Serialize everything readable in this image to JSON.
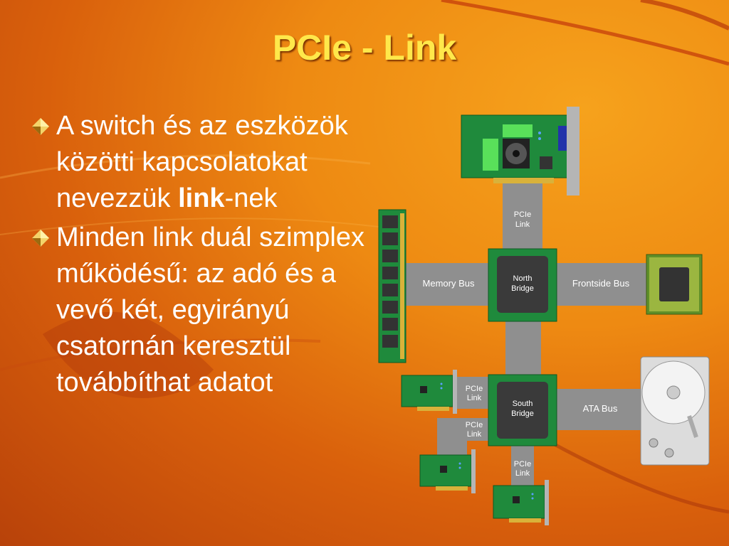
{
  "slide": {
    "title": "PCIe - Link",
    "bullets": [
      {
        "text_before": "A switch és az eszközök közötti kapcsolatokat nevezzük ",
        "bold": "link",
        "text_after": "-nek"
      },
      {
        "text": "Minden link duál szimplex működésű: az adó és a vevő két, egyirányú csatornán keresztül továbbíthat adatot"
      }
    ]
  },
  "diagram": {
    "pcie_link_label_line1": "PCIe",
    "pcie_link_label_line2": "Link",
    "memory_bus": "Memory Bus",
    "frontside_bus": "Frontside Bus",
    "north_bridge_line1": "North",
    "north_bridge_line2": "Bridge",
    "south_bridge_line1": "South",
    "south_bridge_line2": "Bridge",
    "ata_bus": "ATA Bus"
  },
  "colors": {
    "title": "#ffe84a",
    "bus": "#8f8f8f",
    "pcb": "#1f8a3c",
    "chip": "#3a3a3a"
  }
}
